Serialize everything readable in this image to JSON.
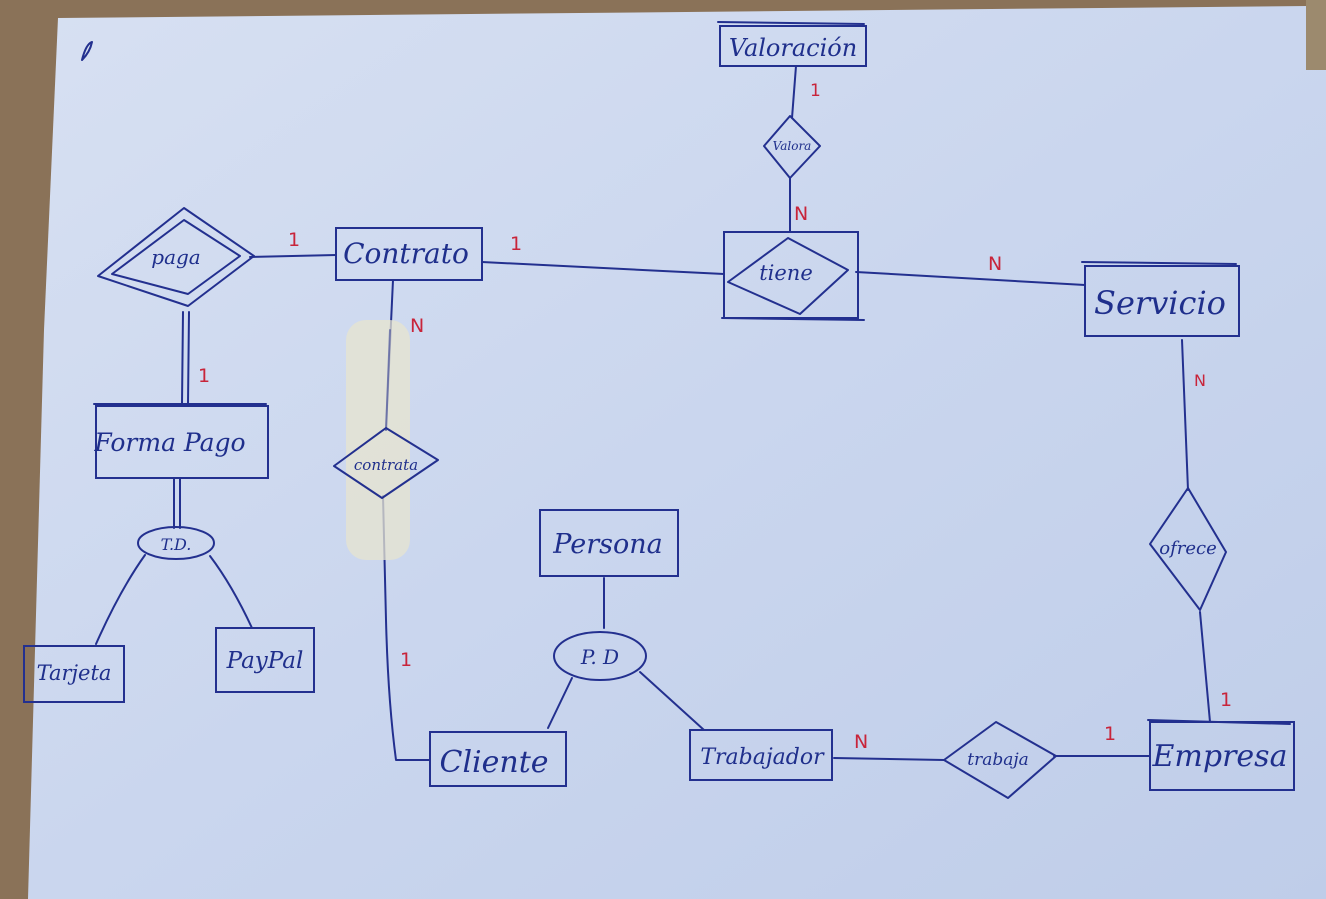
{
  "entities": {
    "valoracion": "Valoración",
    "contrato": "Contrato",
    "servicio": "Servicio",
    "forma_pago": "Forma Pago",
    "persona": "Persona",
    "cliente": "Cliente",
    "trabajador": "Trabajador",
    "empresa": "Empresa",
    "tarjeta": "Tarjeta",
    "paypal": "PayPal"
  },
  "relationships": {
    "valora": "Valora",
    "tiene": "tiene",
    "paga": "paga",
    "contrata": "contrata",
    "ofrece": "ofrece",
    "trabaja": "trabaja"
  },
  "specializations": {
    "td": "T.D.",
    "pd": "P. D"
  },
  "cardinalities": {
    "valora_valoracion": "1",
    "valora_tiene": "N",
    "paga_contrato": "1",
    "paga_formapago": "1",
    "contrato_tiene": "1",
    "tiene_servicio": "N",
    "contrato_contrata": "N",
    "contrata_cliente": "1",
    "servicio_ofrece": "N",
    "ofrece_empresa": "1",
    "trabajador_trabaja": "N",
    "trabaja_empresa": "1"
  },
  "colors": {
    "ink": "#23308f",
    "cardinality": "#c8243a",
    "paper": "#ccd8ef",
    "table": "#8a7258"
  }
}
